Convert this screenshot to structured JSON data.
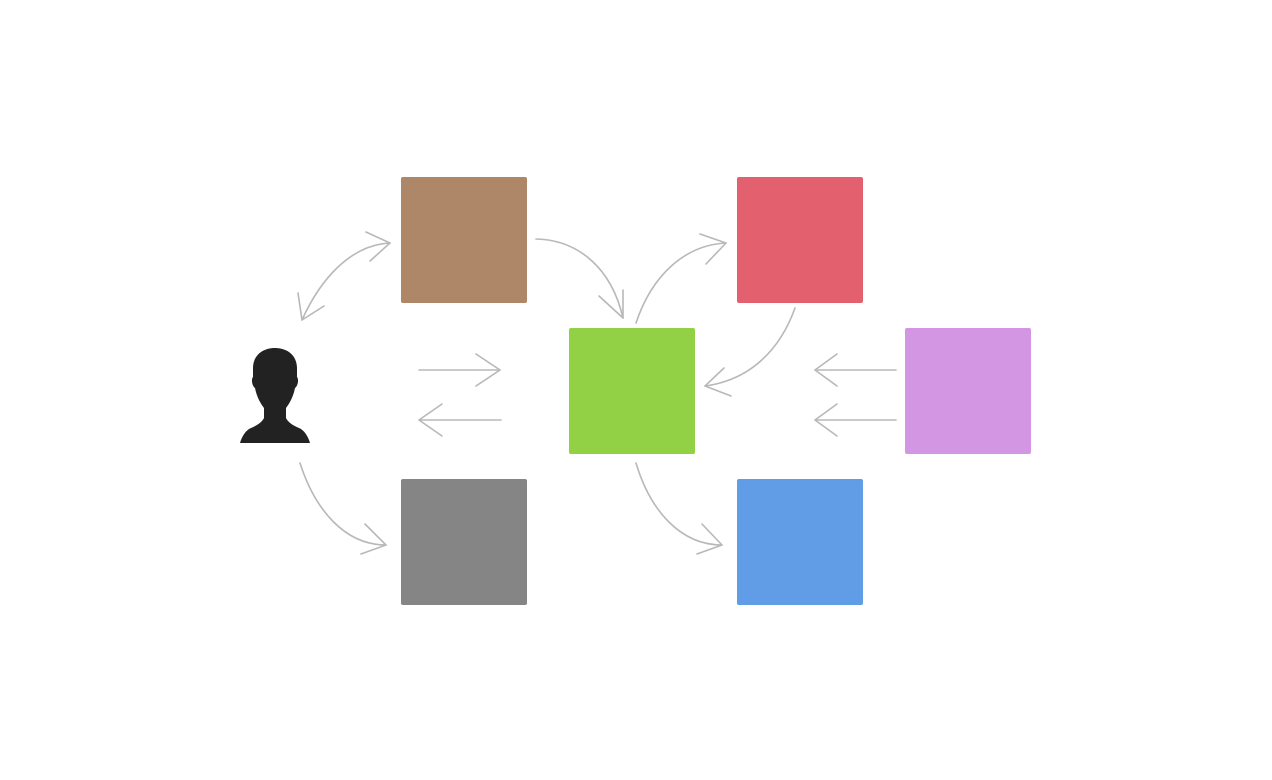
{
  "diagram": {
    "background": "#ffffff",
    "arrow_color": "#b8b8b8",
    "actor": {
      "icon": "user-silhouette-icon",
      "color": "#222222"
    },
    "nodes": [
      {
        "id": "brown",
        "color": "#ad8767"
      },
      {
        "id": "red",
        "color": "#e3606f"
      },
      {
        "id": "green",
        "color": "#92d045"
      },
      {
        "id": "purple",
        "color": "#d396e2"
      },
      {
        "id": "gray",
        "color": "#858585"
      },
      {
        "id": "blue",
        "color": "#619de6"
      }
    ],
    "edges": [
      {
        "from": "user",
        "to": "brown",
        "bidirectional": true
      },
      {
        "from": "user",
        "to": "green"
      },
      {
        "from": "green",
        "to": "user"
      },
      {
        "from": "user",
        "to": "gray"
      },
      {
        "from": "brown",
        "to": "green"
      },
      {
        "from": "green",
        "to": "red"
      },
      {
        "from": "red",
        "to": "green"
      },
      {
        "from": "green",
        "to": "blue"
      },
      {
        "from": "purple",
        "to": "green"
      },
      {
        "from": "purple",
        "to": "green"
      }
    ]
  }
}
